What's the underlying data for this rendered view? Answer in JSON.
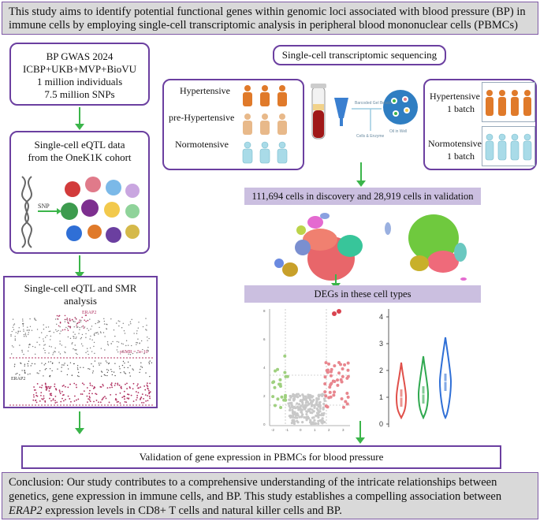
{
  "top_banner": {
    "text": "This study aims to identify potential functional genes within genomic loci associated with blood pressure (BP) in immune cells by employing single-cell transcriptomic analysis in peripheral blood mononuclear cells (PBMCs)"
  },
  "gwas": {
    "line1": "BP GWAS 2024",
    "line2": "ICBP+UKB+MVP+BioVU",
    "line3": "1 million individuals",
    "line4": "7.5 million SNPs"
  },
  "eqtl": {
    "line1": "Single-cell eQTL data",
    "line2": "from the OneK1K cohort",
    "snp_label": "SNP"
  },
  "smr": {
    "line1": "Single-cell eQTL and SMR",
    "line2": "analysis",
    "gene_label": "ERAP2",
    "pos_label": "ERAP2",
    "psmr_label": "pSMR = 5e-10"
  },
  "sc_seq": {
    "title": "Single-cell transcriptomic sequencing"
  },
  "groups": {
    "hypertensive": "Hypertensive",
    "prehypertensive": "pre-Hypertensive",
    "normotensive": "Normotensive"
  },
  "pipeline": {
    "barcoded": "Barcoded Gel Beads",
    "oil": "Oil in Well",
    "cells": "Cells & Enzyme"
  },
  "validation_panel": {
    "hyp_line1": "Hypertensive",
    "hyp_line2": "1 batch",
    "norm_line1": "Normotensive",
    "norm_line2": "1 batch"
  },
  "cells_bar": {
    "text": "111,694 cells in discovery and 28,919 cells in validation"
  },
  "degs_bar": {
    "text": "DEGs in these cell types"
  },
  "violin": {
    "yticks": [
      "0",
      "1",
      "2",
      "3",
      "4"
    ],
    "colors": [
      "#e0504a",
      "#2fa84f",
      "#2f6fd6"
    ]
  },
  "volcano": {
    "yticks": [
      "0",
      "2",
      "4",
      "6",
      "8"
    ],
    "xticks": [
      "-2",
      "-1",
      "0",
      "1",
      "2",
      "3"
    ]
  },
  "validation_box": {
    "text": "Validation of gene expression in PBMCs for blood pressure"
  },
  "conclusion": {
    "part1": "Conclusion: Our study contributes to a comprehensive understanding of the intricate relationships between genetics, gene expression in immune cells, and BP. This study establishes a compelling association between ",
    "gene": "ERAP2",
    "part2": " expression levels in CD8+ T cells and natural killer cells and BP."
  },
  "colors": {
    "purple": "#6b3fa0",
    "green_arrow": "#3bb54a",
    "hypertensive": "#e07a2a",
    "prehypertensive": "#e8b98a",
    "normotensive": "#a9dbe8"
  }
}
